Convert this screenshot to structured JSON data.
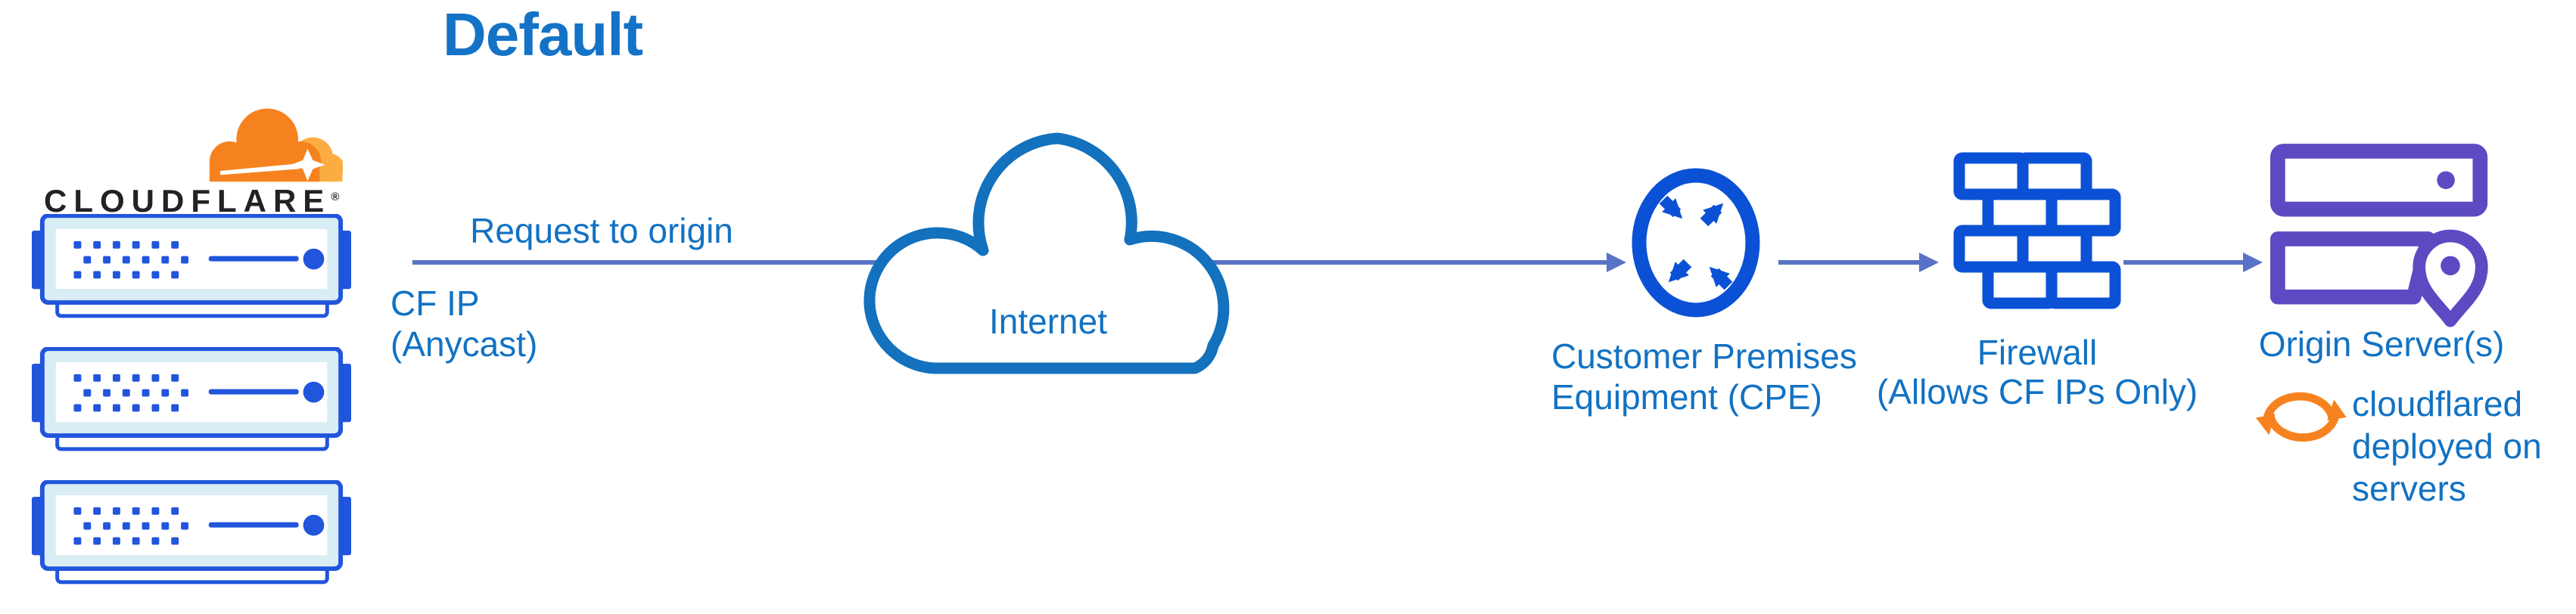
{
  "title": "Default",
  "logo": {
    "wordmark": "CLOUDFLARE",
    "registered": "®"
  },
  "flow": {
    "request_label": "Request to origin",
    "cf_ip_line1": "CF IP",
    "cf_ip_line2": "(Anycast)",
    "internet_label": "Internet",
    "cpe_line1": "Customer Premises",
    "cpe_line2": "Equipment (CPE)",
    "firewall_line1": "Firewall",
    "firewall_line2": "(Allows CF IPs Only)",
    "origin_label": "Origin Server(s)",
    "cloudflared_line1": "cloudflared",
    "cloudflared_line2": "deployed on",
    "cloudflared_line3": "servers"
  },
  "icons": [
    "cloudflare-cloud-icon",
    "edge-server-icon",
    "internet-cloud-icon",
    "cpe-router-icon",
    "firewall-icon",
    "origin-server-icon",
    "location-pin-icon",
    "cloudflared-sync-icon"
  ],
  "colors": {
    "label_blue": "#1272c3",
    "title_blue": "#1473c7",
    "icon_blue": "#0b51d6",
    "arrow_blue": "#5873c5",
    "server_blue": "#2155dc",
    "server_fill": "#d8edf4",
    "cloud_stroke": "#1371bd",
    "origin_purple": "#5b4ac2",
    "cf_orange": "#f6821f",
    "cf_orange_light": "#fbad41",
    "wordmark_black": "#222222"
  }
}
